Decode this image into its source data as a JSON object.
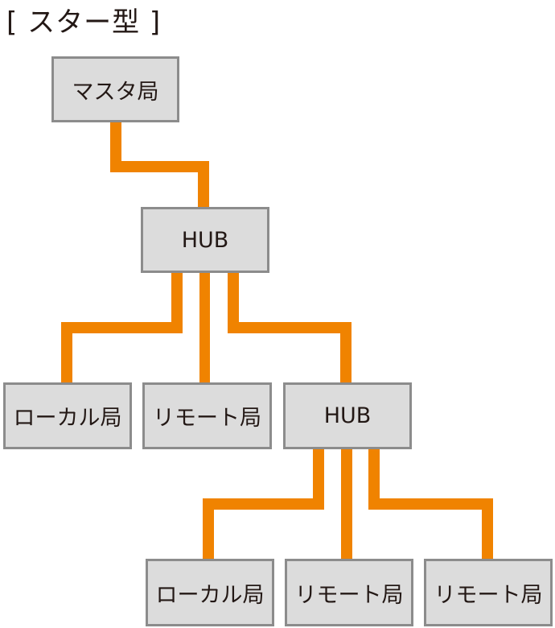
{
  "title": "[ スター型 ]",
  "colors": {
    "wire": "#F08300",
    "box_fill": "#DCDCDC",
    "box_border": "#8C8C8C",
    "text": "#231815"
  },
  "nodes": {
    "master": "マスタ局",
    "hub1": "HUB",
    "local1": "ローカル局",
    "remote1": "リモート局",
    "hub2": "HUB",
    "local2": "ローカル局",
    "remote2": "リモート局",
    "remote3": "リモート局"
  },
  "edges": [
    [
      "master",
      "hub1"
    ],
    [
      "hub1",
      "local1"
    ],
    [
      "hub1",
      "remote1"
    ],
    [
      "hub1",
      "hub2"
    ],
    [
      "hub2",
      "local2"
    ],
    [
      "hub2",
      "remote2"
    ],
    [
      "hub2",
      "remote3"
    ]
  ]
}
